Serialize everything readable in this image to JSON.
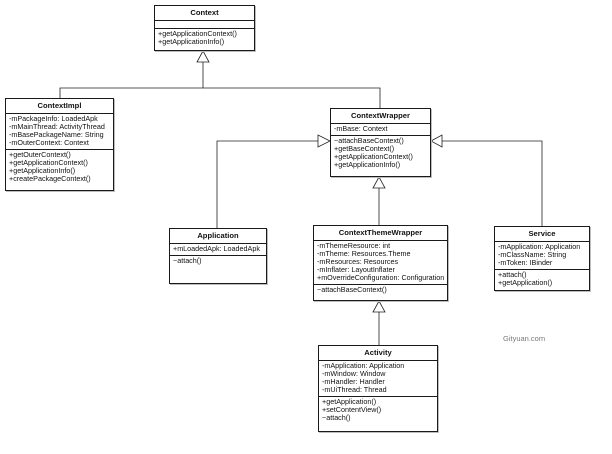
{
  "classes": {
    "context": {
      "name": "Context",
      "fields": [],
      "methods": [
        "+getApplicationContext()",
        "+getApplicationInfo()"
      ]
    },
    "contextimpl": {
      "name": "ContextImpl",
      "fields": [
        "-mPackageInfo: LoadedApk",
        "-mMainThread: ActivityThread",
        "-mBasePackageName: String",
        "-mOuterContext: Context"
      ],
      "methods": [
        "+getOuterContext()",
        "+getApplicationContext()",
        "+getApplicationInfo()",
        "+createPackageContext()"
      ]
    },
    "contextwrapper": {
      "name": "ContextWrapper",
      "fields": [
        "-mBase: Context"
      ],
      "methods": [
        "~attachBaseContext()",
        "+getBaseContext()",
        "+getApplicationContext()",
        "+getApplicationInfo()"
      ]
    },
    "application": {
      "name": "Application",
      "fields": [
        "+mLoadedApk: LoadedApk"
      ],
      "methods": [
        "~attach()"
      ]
    },
    "contextthemewrapper": {
      "name": "ContextThemeWrapper",
      "fields": [
        "-mThemeResource: int",
        "-mTheme: Resources.Theme",
        "-mResources: Resources",
        "-mInflater: LayoutInflater",
        "+mOverrideConfiguration: Configuration"
      ],
      "methods": [
        "~attachBaseContext()"
      ]
    },
    "service": {
      "name": "Service",
      "fields": [
        "-mApplication: Application",
        "-mClassName: String",
        "-mToken: IBinder"
      ],
      "methods": [
        "+attach()",
        "+getApplication()"
      ]
    },
    "activity": {
      "name": "Activity",
      "fields": [
        "-mApplication: Application",
        "-mWindow: Window",
        "-mHandler: Handler",
        "-mUiThread: Thread"
      ],
      "methods": [
        "+getApplication()",
        "+setContentView()",
        "~attach()"
      ]
    }
  },
  "relations": [
    {
      "from": "contextimpl",
      "to": "context",
      "type": "inheritance"
    },
    {
      "from": "contextwrapper",
      "to": "context",
      "type": "inheritance"
    },
    {
      "from": "application",
      "to": "contextwrapper",
      "type": "inheritance"
    },
    {
      "from": "contextthemewrapper",
      "to": "contextwrapper",
      "type": "inheritance"
    },
    {
      "from": "service",
      "to": "contextwrapper",
      "type": "inheritance"
    },
    {
      "from": "activity",
      "to": "contextthemewrapper",
      "type": "inheritance"
    }
  ],
  "watermark": "Gityuan.com"
}
